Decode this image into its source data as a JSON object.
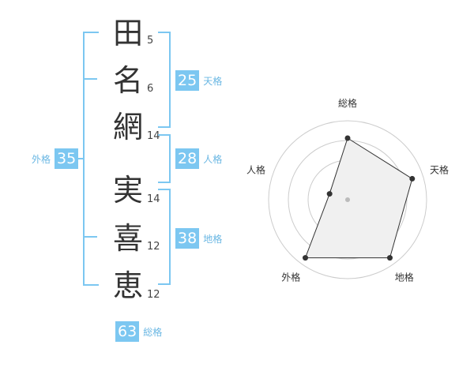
{
  "name": {
    "characters": [
      {
        "char": "田",
        "strokes": "5"
      },
      {
        "char": "名",
        "strokes": "6"
      },
      {
        "char": "網",
        "strokes": "14"
      },
      {
        "char": "実",
        "strokes": "14"
      },
      {
        "char": "喜",
        "strokes": "12"
      },
      {
        "char": "恵",
        "strokes": "12"
      }
    ]
  },
  "kaku": {
    "tenkaku": {
      "value": "25",
      "label": "天格"
    },
    "jinkaku": {
      "value": "28",
      "label": "人格"
    },
    "chikaku": {
      "value": "38",
      "label": "地格"
    },
    "gaikaku": {
      "value": "35",
      "label": "外格"
    },
    "soukaku": {
      "value": "63",
      "label": "総格"
    }
  },
  "colors": {
    "accent": "#7cc7f1",
    "label": "#6ab7e3",
    "text": "#333333"
  },
  "chart_data": {
    "type": "radar",
    "axes": [
      "総格",
      "天格",
      "地格",
      "外格",
      "人格"
    ],
    "values": [
      0.78,
      0.86,
      0.91,
      0.91,
      0.24
    ],
    "rings": 4
  }
}
